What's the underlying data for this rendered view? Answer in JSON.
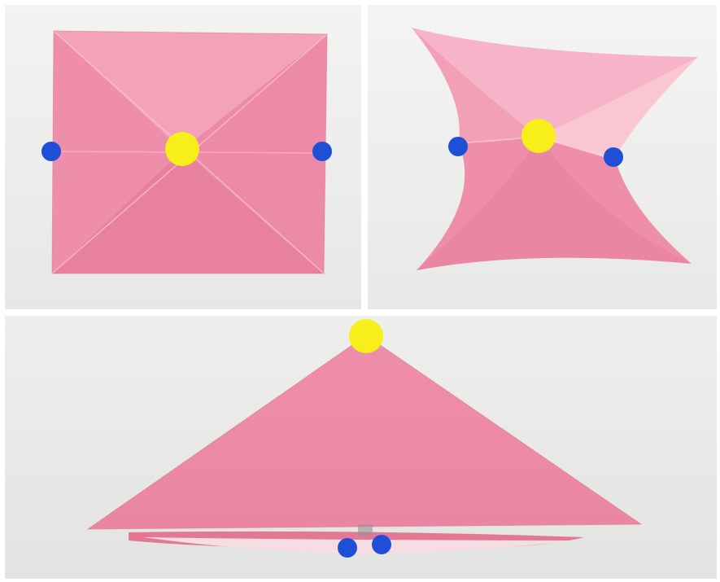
{
  "panels": [
    {
      "step": "open-square",
      "paper_color": "#ef8aa8",
      "markers": [
        {
          "kind": "center",
          "color": "#f7ee1a"
        },
        {
          "kind": "side-left",
          "color": "#1f4fd6"
        },
        {
          "kind": "side-right",
          "color": "#1f4fd6"
        }
      ]
    },
    {
      "step": "sides-collapsing-inward",
      "paper_color": "#f4a4bc",
      "markers": [
        {
          "kind": "center",
          "color": "#f7ee1a"
        },
        {
          "kind": "side-left",
          "color": "#1f4fd6"
        },
        {
          "kind": "side-right",
          "color": "#1f4fd6"
        }
      ]
    },
    {
      "step": "flattened-triangle",
      "paper_color": "#ec86a5",
      "markers": [
        {
          "kind": "apex",
          "color": "#f7ee1a"
        },
        {
          "kind": "bottom-left",
          "color": "#1f4fd6"
        },
        {
          "kind": "bottom-right",
          "color": "#1f4fd6"
        }
      ]
    }
  ],
  "colors": {
    "background_top": "#f1f1ef",
    "background_bottom": "#e6e6e4",
    "paper_light": "#f7b6c9",
    "paper_mid": "#ef8aa8",
    "paper_dark": "#e0758f",
    "yellow_marker": "#f7ee1a",
    "blue_marker": "#1f4fd6"
  }
}
